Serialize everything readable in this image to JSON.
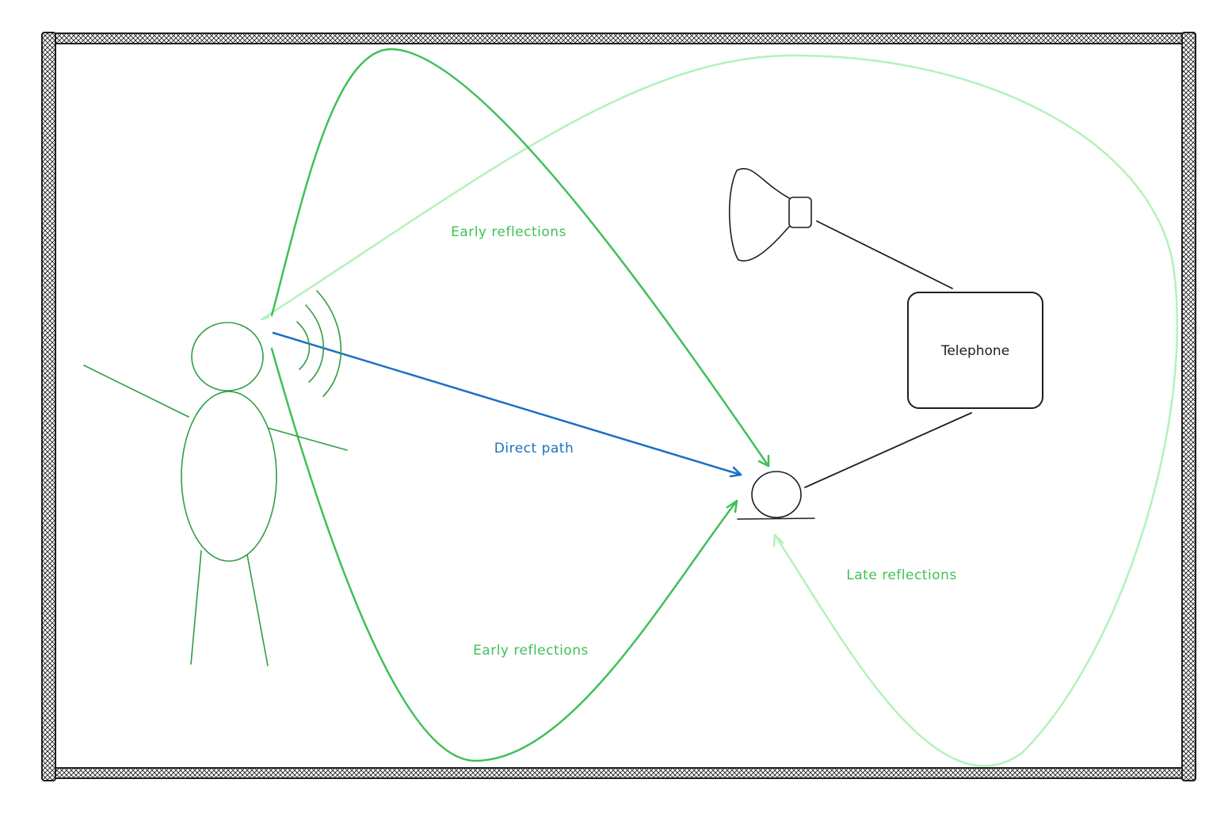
{
  "labels": {
    "early_top": "Early reflections",
    "early_bottom": "Early reflections",
    "direct": "Direct path",
    "late": "Late reflections",
    "telephone": "Telephone"
  },
  "colors": {
    "wall": "#1e1e1e",
    "early": "#40c057",
    "late": "#b2f2bb",
    "direct": "#1971c2",
    "person": "#2f9e44",
    "device": "#1e1e1e",
    "label_early": "#40c057",
    "label_late": "#40c057",
    "label_direct": "#1971c2"
  }
}
